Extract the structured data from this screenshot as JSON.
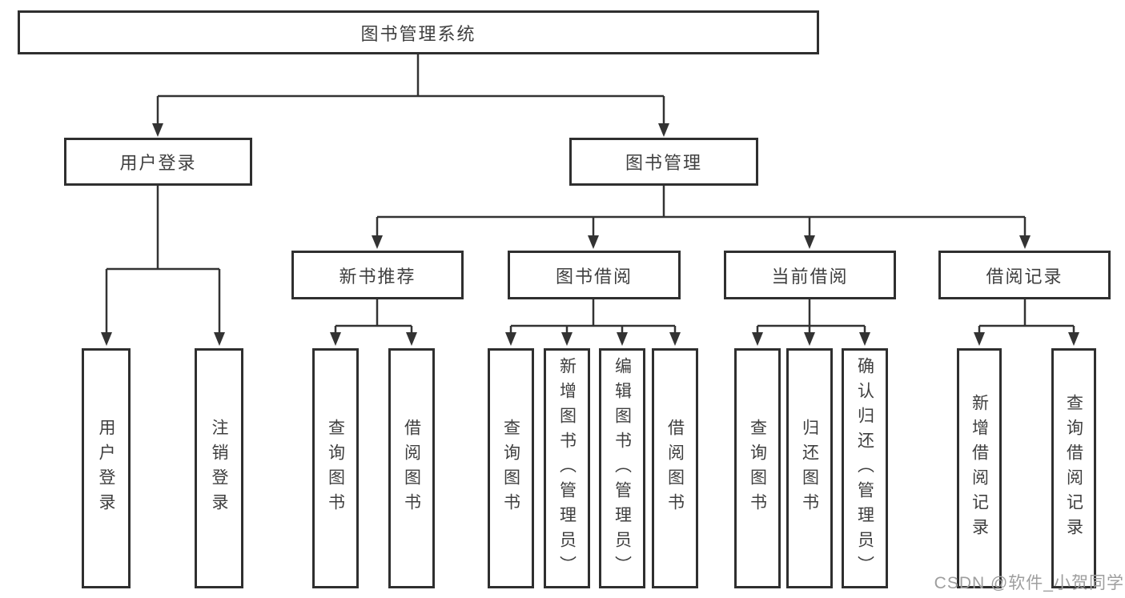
{
  "tree": {
    "root": "图书管理系统",
    "children": [
      {
        "label": "用户登录",
        "children": [
          "用户登录",
          "注销登录"
        ]
      },
      {
        "label": "图书管理",
        "children": [
          {
            "label": "新书推荐",
            "children": [
              "查询图书",
              "借阅图书"
            ]
          },
          {
            "label": "图书借阅",
            "children": [
              "查询图书",
              "新增图书（管理员）",
              "编辑图书（管理员）",
              "借阅图书"
            ]
          },
          {
            "label": "当前借阅",
            "children": [
              "查询图书",
              "归还图书",
              "确认归还（管理员）"
            ]
          },
          {
            "label": "借阅记录",
            "children": [
              "新增借阅记录",
              "查询借阅记录"
            ]
          }
        ]
      }
    ]
  },
  "watermark": {
    "text": "CSDN @软件_小贺同学",
    "color": "#9e9e9e"
  },
  "colors": {
    "line": "#333333",
    "box_border": "#2f2f2f",
    "text": "#3f3f3f",
    "background": "#ffffff"
  }
}
